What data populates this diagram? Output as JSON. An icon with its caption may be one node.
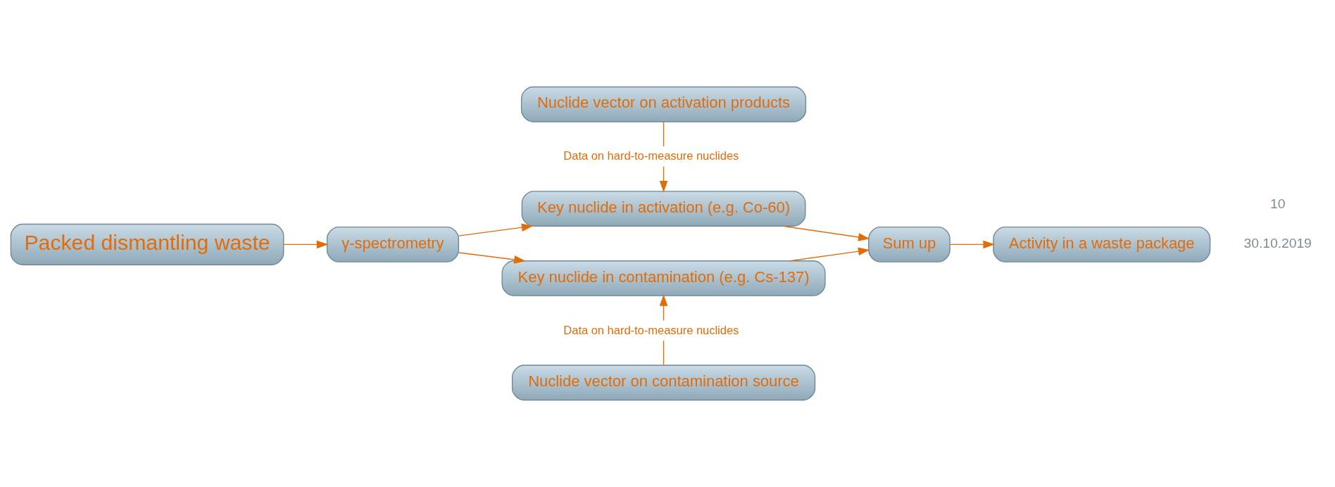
{
  "diagram": {
    "nodes": [
      {
        "text": [
          "Packed dismantling waste"
        ]
      },
      {
        "text": [
          "γ-spectrometry"
        ]
      },
      {
        "text": [
          "Nuclide vector on activation products"
        ]
      },
      {
        "text": [
          "Key nuclide in activation (e.g. Co-60)"
        ]
      },
      {
        "text": [
          "Key nuclide in contamination (e.g. Cs-137)"
        ]
      },
      {
        "text": [
          "Nuclide vector on contamination source"
        ]
      },
      {
        "text": [
          "Sum up"
        ]
      },
      {
        "text": [
          "Activity in a waste package"
        ]
      }
    ],
    "edges": [
      {
        "from": 0,
        "to": 1,
        "arrow": "to"
      },
      {
        "from": 1,
        "to": 3,
        "arrow": "to"
      },
      {
        "from": 1,
        "to": 4,
        "arrow": "to"
      },
      {
        "from": 2,
        "to": 3,
        "arrow": "to",
        "label": "Data on hard-to-measure nuclides"
      },
      {
        "from": 5,
        "to": 4,
        "arrow": "to",
        "label": "Data on hard-to-measure nuclides"
      },
      {
        "from": 3,
        "to": 6,
        "arrow": "to"
      },
      {
        "from": 4,
        "to": 6,
        "arrow": "to"
      },
      {
        "from": 6,
        "to": 7,
        "arrow": "to"
      }
    ],
    "labels": [
      "30.10.2019",
      "10"
    ]
  }
}
